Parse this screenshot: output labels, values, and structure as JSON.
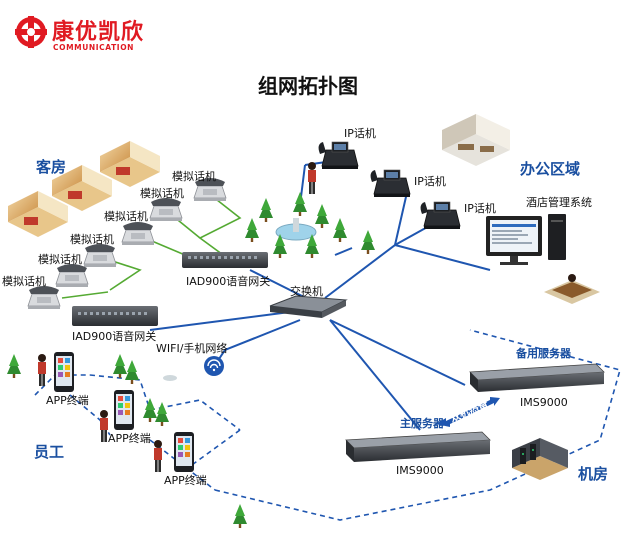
{
  "logo": {
    "name_cn": "康优凯欣",
    "name_en": "COMMUNICATION"
  },
  "title": "组网拓扑图",
  "areas": {
    "guest_room": "客房",
    "office": "办公区域",
    "staff": "员工",
    "server_room": "机房"
  },
  "devices": {
    "analog_phone": "模拟话机",
    "ip_phone": "IP话机",
    "iad_gateway": "IAD900语音网关",
    "switch": "交换机",
    "hotel_system": "酒店管理系统",
    "wifi_network": "WIFI/手机网络",
    "app_terminal": "APP终端",
    "main_server": "主服务器",
    "backup_server": "备用服务器",
    "ims": "IMS9000",
    "hot_standby": "双机热备"
  },
  "colors": {
    "brand_red": "#e01a22",
    "link_blue": "#1f56b0",
    "link_green": "#55aa33",
    "area_blue": "#1a4fa0"
  }
}
